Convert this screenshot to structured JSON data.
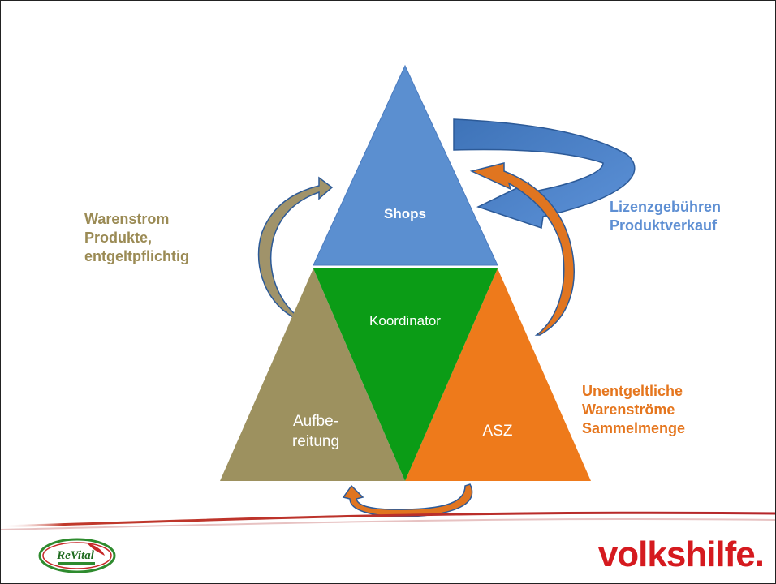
{
  "diagram": {
    "nodes": {
      "shops": "Shops",
      "koordinator": "Koordinator",
      "aufbereitung_line1": "Aufbe-",
      "aufbereitung_line2": "reitung",
      "asz": "ASZ"
    },
    "labels": {
      "warenstrom": [
        "Warenstrom",
        "Produkte,",
        "entgeltpflichtig"
      ],
      "lizenz": [
        "Lizenzgebühren",
        "Produktverkauf"
      ],
      "unentgelt": [
        "Unentgeltliche",
        "Warenströme",
        "Sammelmenge"
      ]
    }
  },
  "footer": {
    "logo_left_text": "ReVital",
    "logo_right_text": "volkshilfe."
  },
  "colors": {
    "shops": "#5B8FD0",
    "koordinator": "#0B9C16",
    "aufbereitung": "#9D915F",
    "asz": "#EE7A1B",
    "divider": "#B5262A"
  }
}
